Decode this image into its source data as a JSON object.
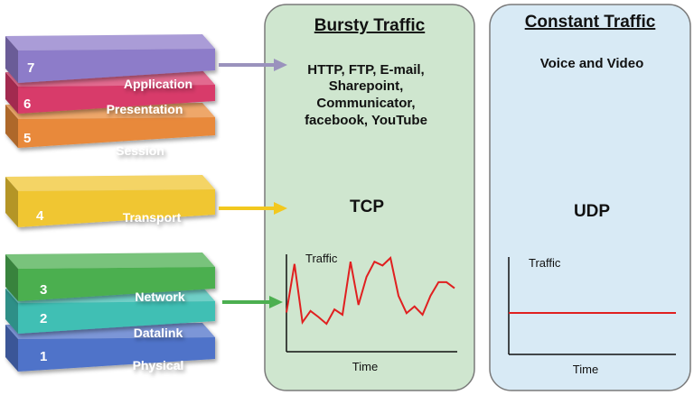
{
  "layers": [
    {
      "number": "7",
      "name": "Application",
      "color": "#8d7bc9"
    },
    {
      "number": "6",
      "name": "Presentation",
      "color": "#d83a6a"
    },
    {
      "number": "5",
      "name": "Session",
      "color": "#e8893a"
    },
    {
      "number": "4",
      "name": "Transport",
      "color": "#f0c631"
    },
    {
      "number": "3",
      "name": "Network",
      "color": "#4caf50"
    },
    {
      "number": "2",
      "name": "Datalink",
      "color": "#3fbfb4"
    },
    {
      "number": "1",
      "name": "Physical",
      "color": "#4f73c9"
    }
  ],
  "arrows": {
    "application_color": "#9a92bd",
    "transport_color": "#f2c81e",
    "network_color": "#4caf50"
  },
  "bursty": {
    "title": "Bursty Traffic",
    "apps": [
      "HTTP, FTP, E-mail,",
      "Sharepoint,",
      "Communicator,",
      "facebook, YouTube"
    ],
    "protocol": "TCP",
    "y_label": "Traffic",
    "x_label": "Time",
    "panel_color": "#cfe6cf",
    "line_color": "#e02020",
    "series": [
      0.28,
      0.92,
      0.15,
      0.3,
      0.22,
      0.13,
      0.32,
      0.25,
      0.95,
      0.38,
      0.75,
      0.95,
      0.9,
      1.0,
      0.5,
      0.27,
      0.36,
      0.25,
      0.5,
      0.68,
      0.68,
      0.6
    ]
  },
  "constant": {
    "title": "Constant Traffic",
    "apps": [
      "Voice and Video"
    ],
    "protocol": "UDP",
    "y_label": "Traffic",
    "x_label": "Time",
    "panel_color": "#d8eaf5",
    "line_color": "#e02020",
    "level": 0.5
  }
}
